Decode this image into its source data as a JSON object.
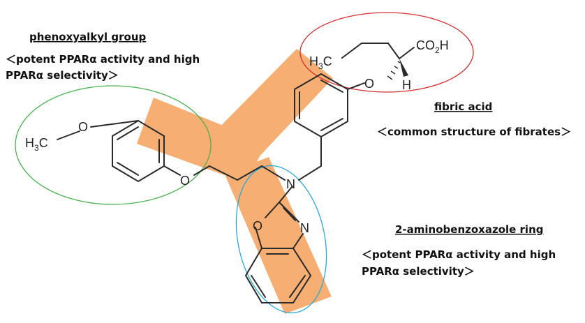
{
  "labels": {
    "phenoxyalkyl": {
      "heading": "phenoxyalkyl group",
      "line1": "＜potent PPARα activity and high",
      "line2": "PPARα selectivity＞"
    },
    "fibric": {
      "heading": "fibric acid",
      "line1": "＜common structure of fibrates＞"
    },
    "aminobenzoxazole": {
      "heading": "2-aminobenzoxazole ring",
      "line1": "＜potent PPARα activity and high",
      "line2": "PPARα selectivity＞"
    }
  },
  "atoms": {
    "h3c_left": {
      "main": "H",
      "sub": "3",
      "tail": "C"
    },
    "o_left_top": "O",
    "o_left_bottom": "O",
    "n_center": "N",
    "o_benzox": "O",
    "n_benzox": "N",
    "h3c_top": {
      "main": "H",
      "sub": "3",
      "tail": "C"
    },
    "co2h": {
      "main": "CO",
      "sub": "2",
      "tail": "H"
    },
    "o_top": "O",
    "h_top": "H"
  },
  "colors": {
    "highlight": "#f5a05a",
    "green_ring": "#4caf50",
    "red_ring": "#d32f2f",
    "blue_ring": "#29a8d8"
  }
}
